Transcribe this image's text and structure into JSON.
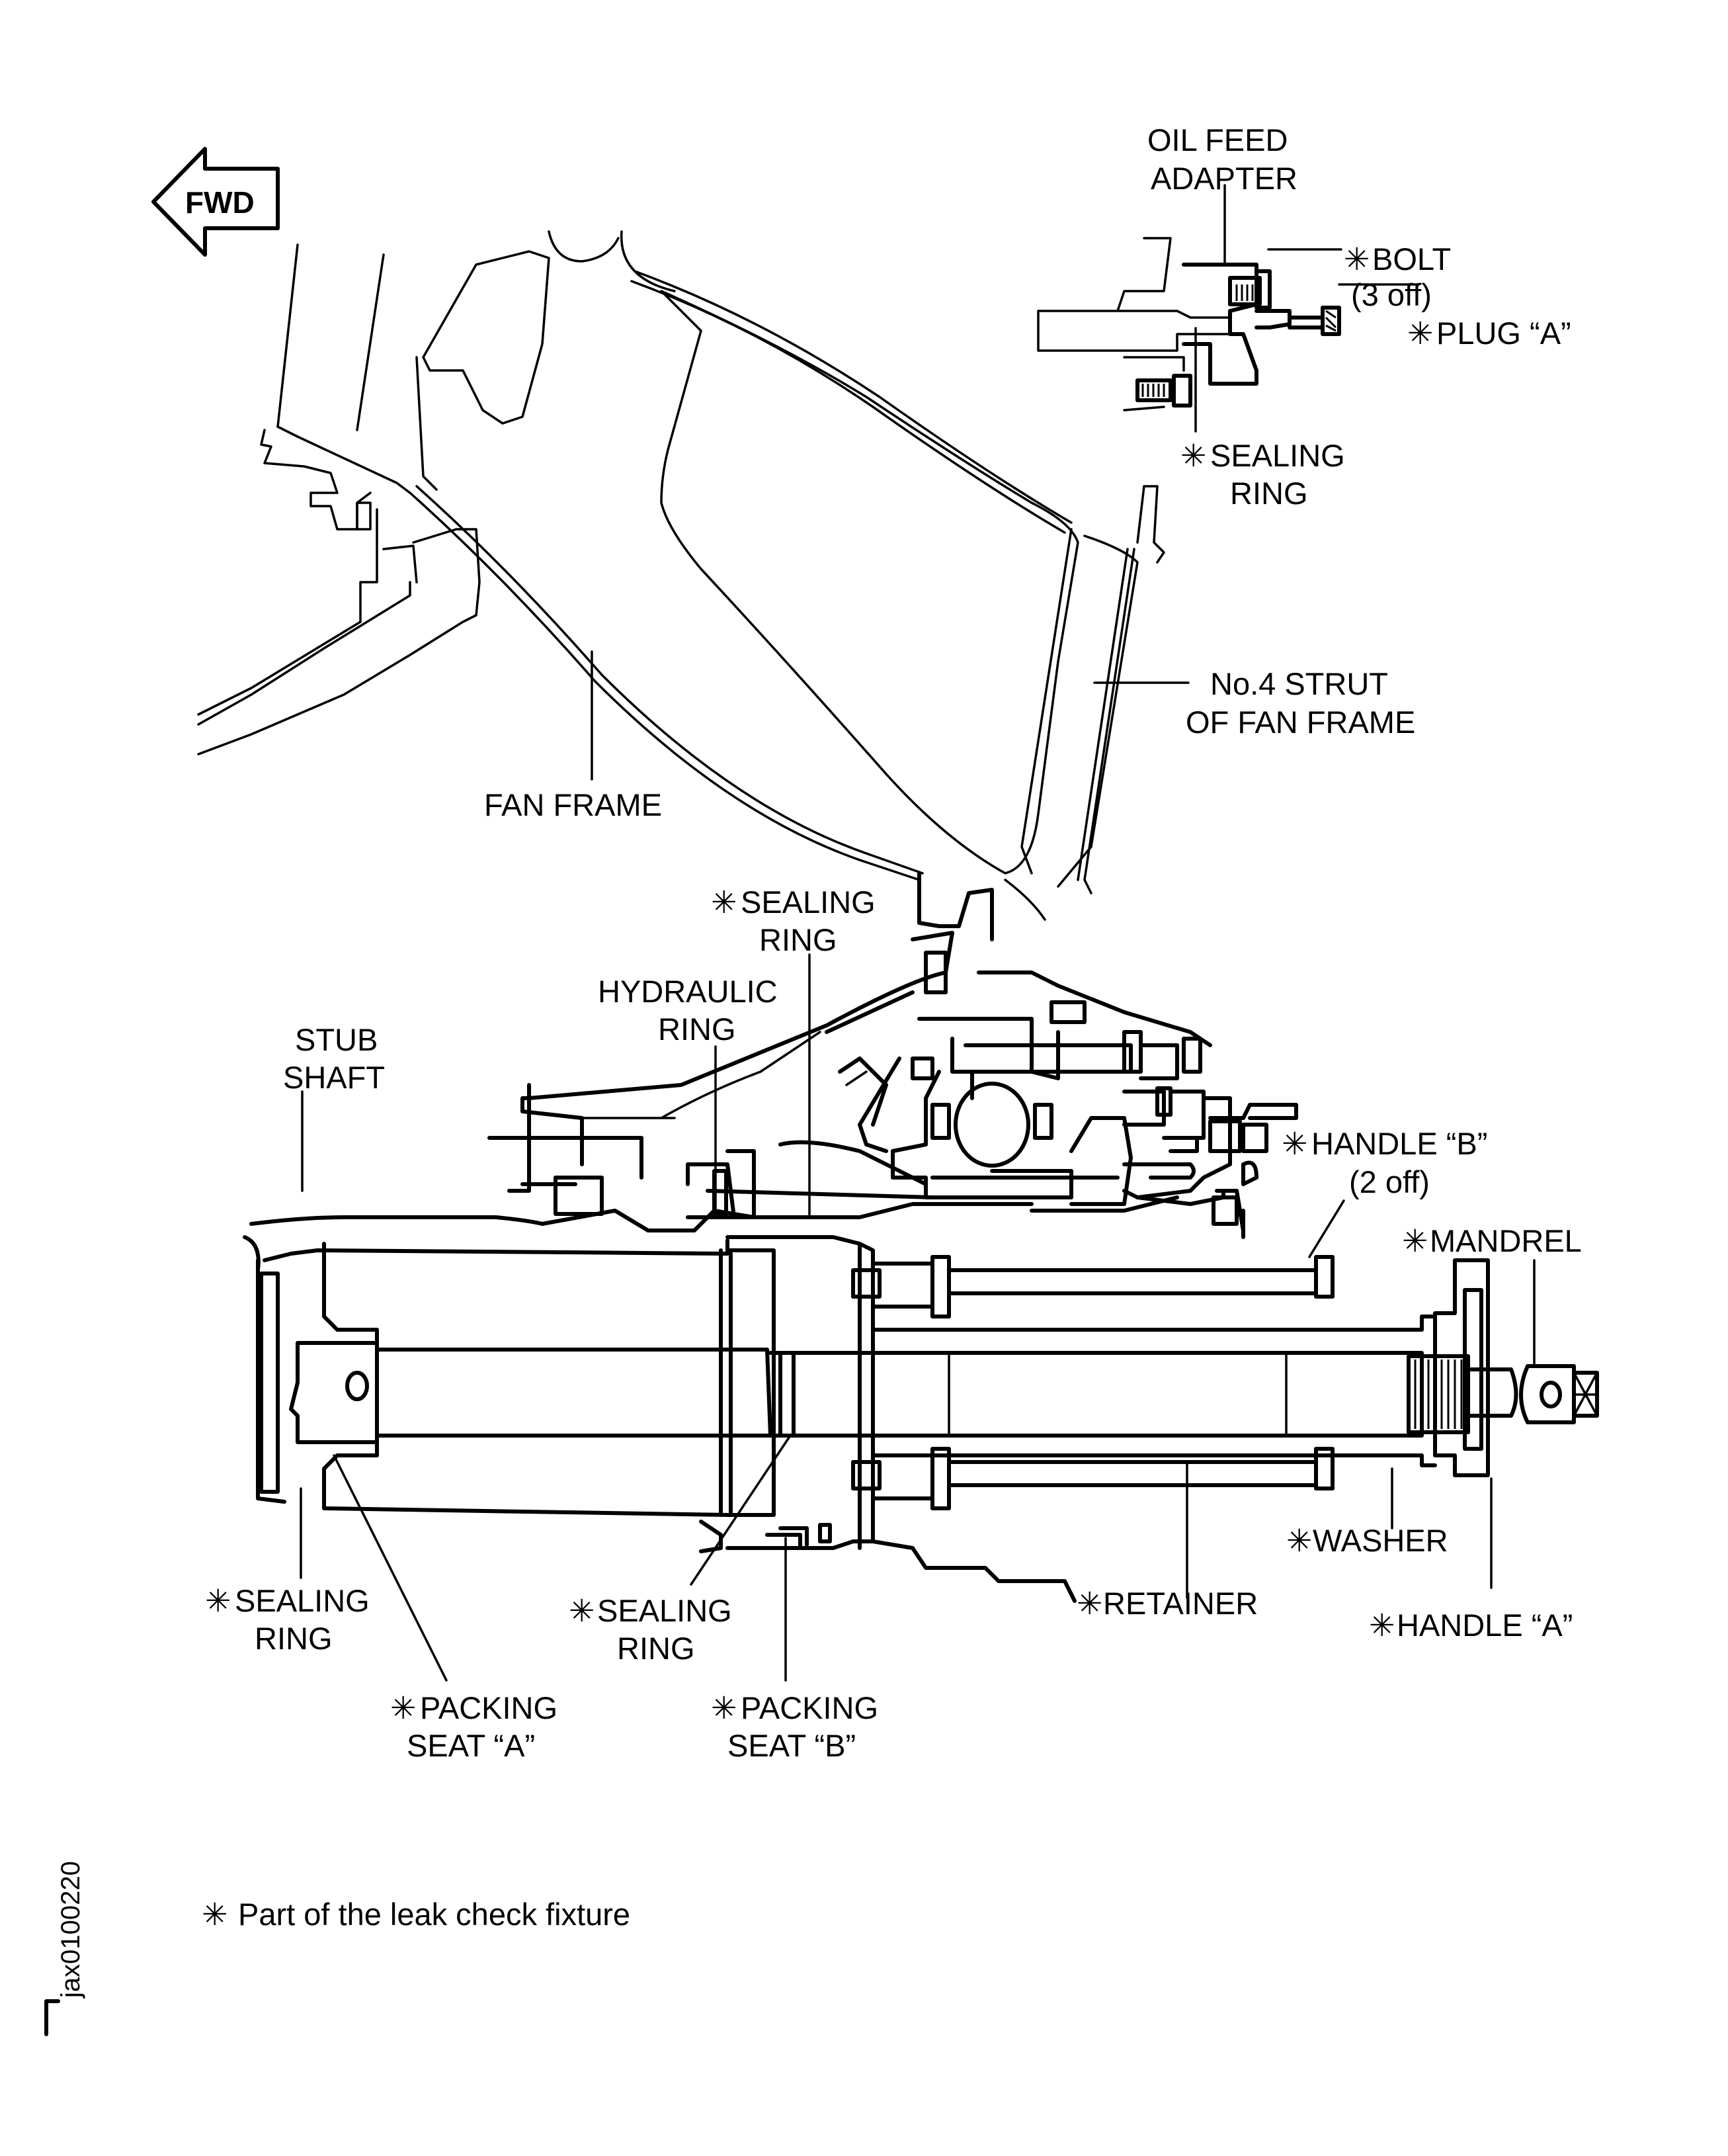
{
  "figure": {
    "direction_indicator": "FWD",
    "figure_id": "jax0100220",
    "footnote": {
      "marker": "✳",
      "text": "Part of the leak check fixture"
    }
  },
  "labels": {
    "oil_feed_adapter": {
      "line1": "OIL FEED",
      "line2": "ADAPTER"
    },
    "bolt": {
      "marker": "✳",
      "line1": "BOLT",
      "line2": "(3  off)"
    },
    "plug_a": {
      "marker": "✳",
      "text": "PLUG  “A”"
    },
    "sealing_ring_top": {
      "marker": "✳",
      "line1": "SEALING",
      "line2": "RING"
    },
    "no4_strut": {
      "line1": "No.4  STRUT",
      "line2": "OF  FAN  FRAME"
    },
    "fan_frame": {
      "text": "FAN  FRAME"
    },
    "sealing_ring_mid": {
      "marker": "✳",
      "line1": "SEALING",
      "line2": "RING"
    },
    "hydraulic_ring": {
      "line1": "HYDRAULIC",
      "line2": "RING"
    },
    "stub_shaft": {
      "line1": "STUB",
      "line2": "SHAFT"
    },
    "handle_b": {
      "marker": "✳",
      "line1": "HANDLE  “B”",
      "line2": "(2  off)"
    },
    "mandrel": {
      "marker": "✳",
      "text": "MANDREL"
    },
    "washer": {
      "marker": "✳",
      "text": "WASHER"
    },
    "retainer": {
      "marker": "✳",
      "text": "RETAINER"
    },
    "handle_a": {
      "marker": "✳",
      "text": "HANDLE  “A”"
    },
    "sealing_ring_left": {
      "marker": "✳",
      "line1": "SEALING",
      "line2": "RING"
    },
    "sealing_ring_center": {
      "marker": "✳",
      "line1": "SEALING",
      "line2": "RING"
    },
    "packing_seat_a": {
      "marker": "✳",
      "line1": "PACKING",
      "line2": "SEAT  “A”"
    },
    "packing_seat_b": {
      "marker": "✳",
      "line1": "PACKING",
      "line2": "SEAT  “B”"
    }
  }
}
